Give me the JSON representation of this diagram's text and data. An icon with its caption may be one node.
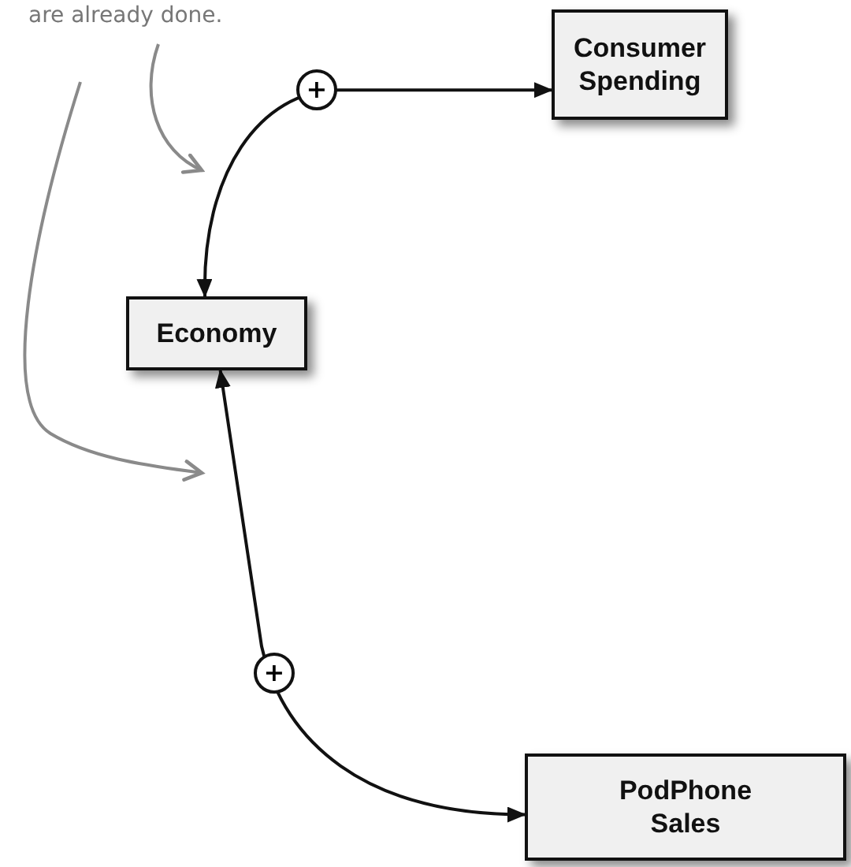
{
  "diagram": {
    "nodes": [
      {
        "text": [
          "are already done."
        ]
      },
      {
        "text": [
          "Consumer Spending"
        ]
      },
      {
        "text": [
          "Economy"
        ]
      },
      {
        "text": [
          "PodPhone Sales"
        ]
      }
    ],
    "edges": [
      {
        "from": 2,
        "to": 1,
        "arrow": "both",
        "label": "+"
      },
      {
        "from": 2,
        "to": 3,
        "arrow": "both",
        "label": "+"
      },
      {
        "from": 0,
        "to": null,
        "arrow": "to",
        "color": "#8a8a8a"
      },
      {
        "from": 0,
        "to": null,
        "arrow": "to",
        "color": "#8a8a8a"
      }
    ]
  }
}
